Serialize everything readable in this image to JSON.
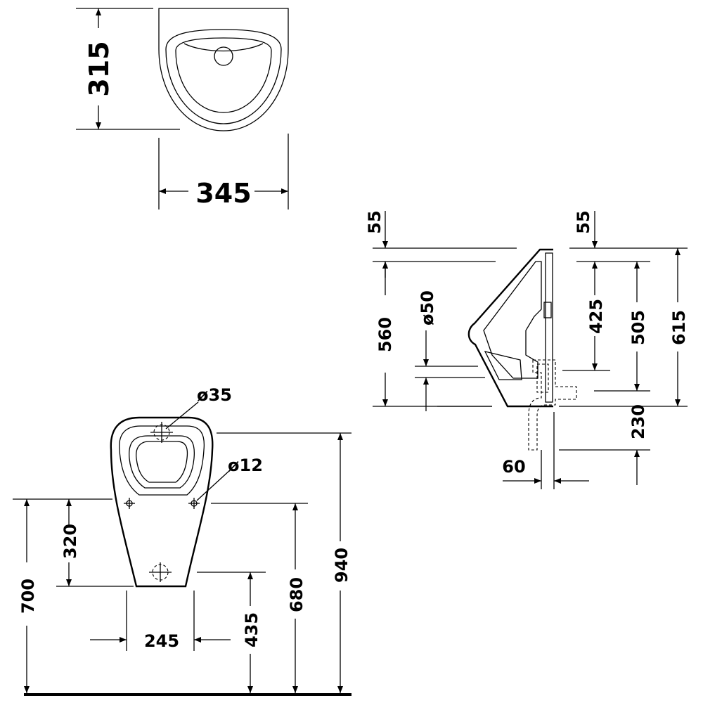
{
  "top_view": {
    "depth": "315",
    "width": "345"
  },
  "side_view": {
    "top_offset_left": "55",
    "top_offset_right": "55",
    "height_left": "560",
    "diameter_outlet": "ø50",
    "height_425": "425",
    "height_505": "505",
    "height_615": "615",
    "height_230": "230",
    "offset_60": "60"
  },
  "front_view": {
    "diameter_inlet": "ø35",
    "diameter_fixing": "ø12",
    "height_320": "320",
    "height_700": "700",
    "width_245": "245",
    "height_435": "435",
    "height_680": "680",
    "height_940": "940"
  }
}
